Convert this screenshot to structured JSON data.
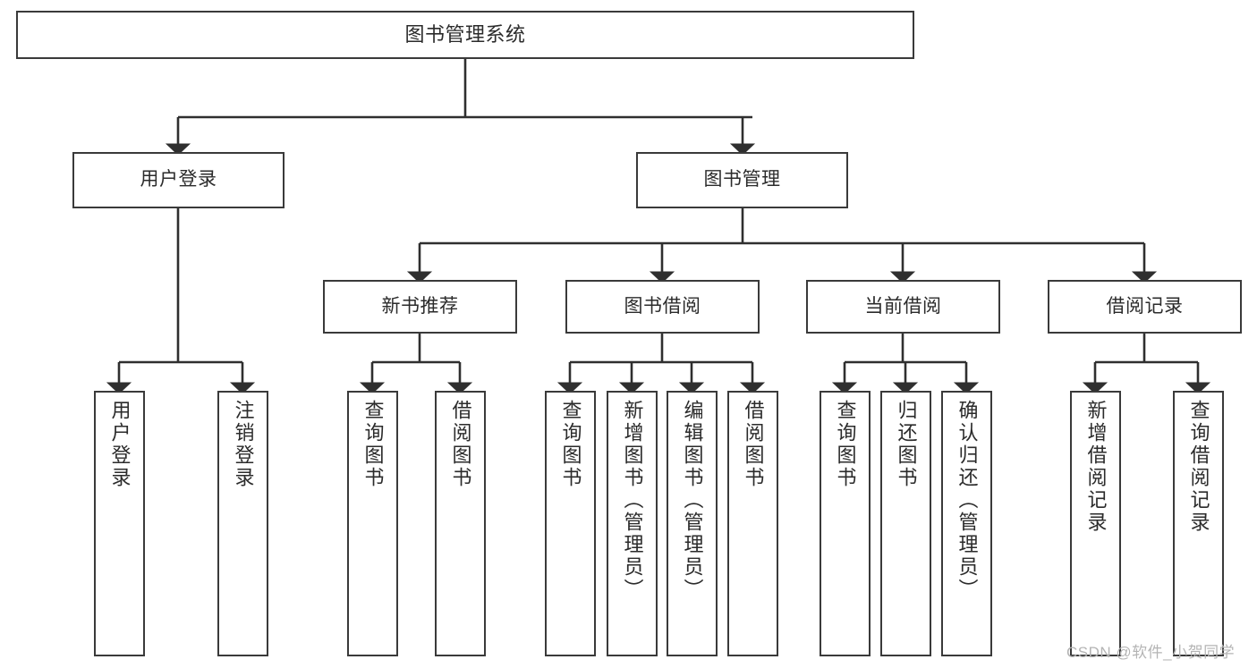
{
  "diagram": {
    "title": "图书管理系统",
    "type": "tree-hierarchy",
    "watermark": "CSDN @软件_小贺同学",
    "colors": {
      "node_border": "#3a3a3a",
      "node_fill": "#ffffff",
      "edge": "#2f2f2f",
      "text": "#2b2b2b",
      "watermark": "#b4b4b4",
      "background": "#ffffff"
    },
    "nodes": {
      "root": {
        "label": "图书管理系统"
      },
      "level2": [
        {
          "id": "user-login",
          "label": "用户登录"
        },
        {
          "id": "book-manage",
          "label": "图书管理"
        }
      ],
      "level3": [
        {
          "id": "new-book-recommend",
          "label": "新书推荐"
        },
        {
          "id": "book-borrow",
          "label": "图书借阅"
        },
        {
          "id": "current-borrow",
          "label": "当前借阅"
        },
        {
          "id": "borrow-record",
          "label": "借阅记录"
        }
      ],
      "leaves": {
        "user-login": [
          {
            "id": "leaf-user-login",
            "label": "用户登录"
          },
          {
            "id": "leaf-user-logout",
            "label": "注销登录"
          }
        ],
        "new-book-recommend": [
          {
            "id": "leaf-query-book-1",
            "label": "查询图书"
          },
          {
            "id": "leaf-borrow-book-1",
            "label": "借阅图书"
          }
        ],
        "book-borrow": [
          {
            "id": "leaf-query-book-2",
            "label": "查询图书"
          },
          {
            "id": "leaf-add-book",
            "label": "新增图书（管理员）"
          },
          {
            "id": "leaf-edit-book",
            "label": "编辑图书（管理员）"
          },
          {
            "id": "leaf-borrow-book-2",
            "label": "借阅图书"
          }
        ],
        "current-borrow": [
          {
            "id": "leaf-query-book-3",
            "label": "查询图书"
          },
          {
            "id": "leaf-return-book",
            "label": "归还图书"
          },
          {
            "id": "leaf-confirm-return",
            "label": "确认归还（管理员）"
          }
        ],
        "borrow-record": [
          {
            "id": "leaf-add-record",
            "label": "新增借阅记录"
          },
          {
            "id": "leaf-query-record",
            "label": "查询借阅记录"
          }
        ]
      }
    }
  }
}
